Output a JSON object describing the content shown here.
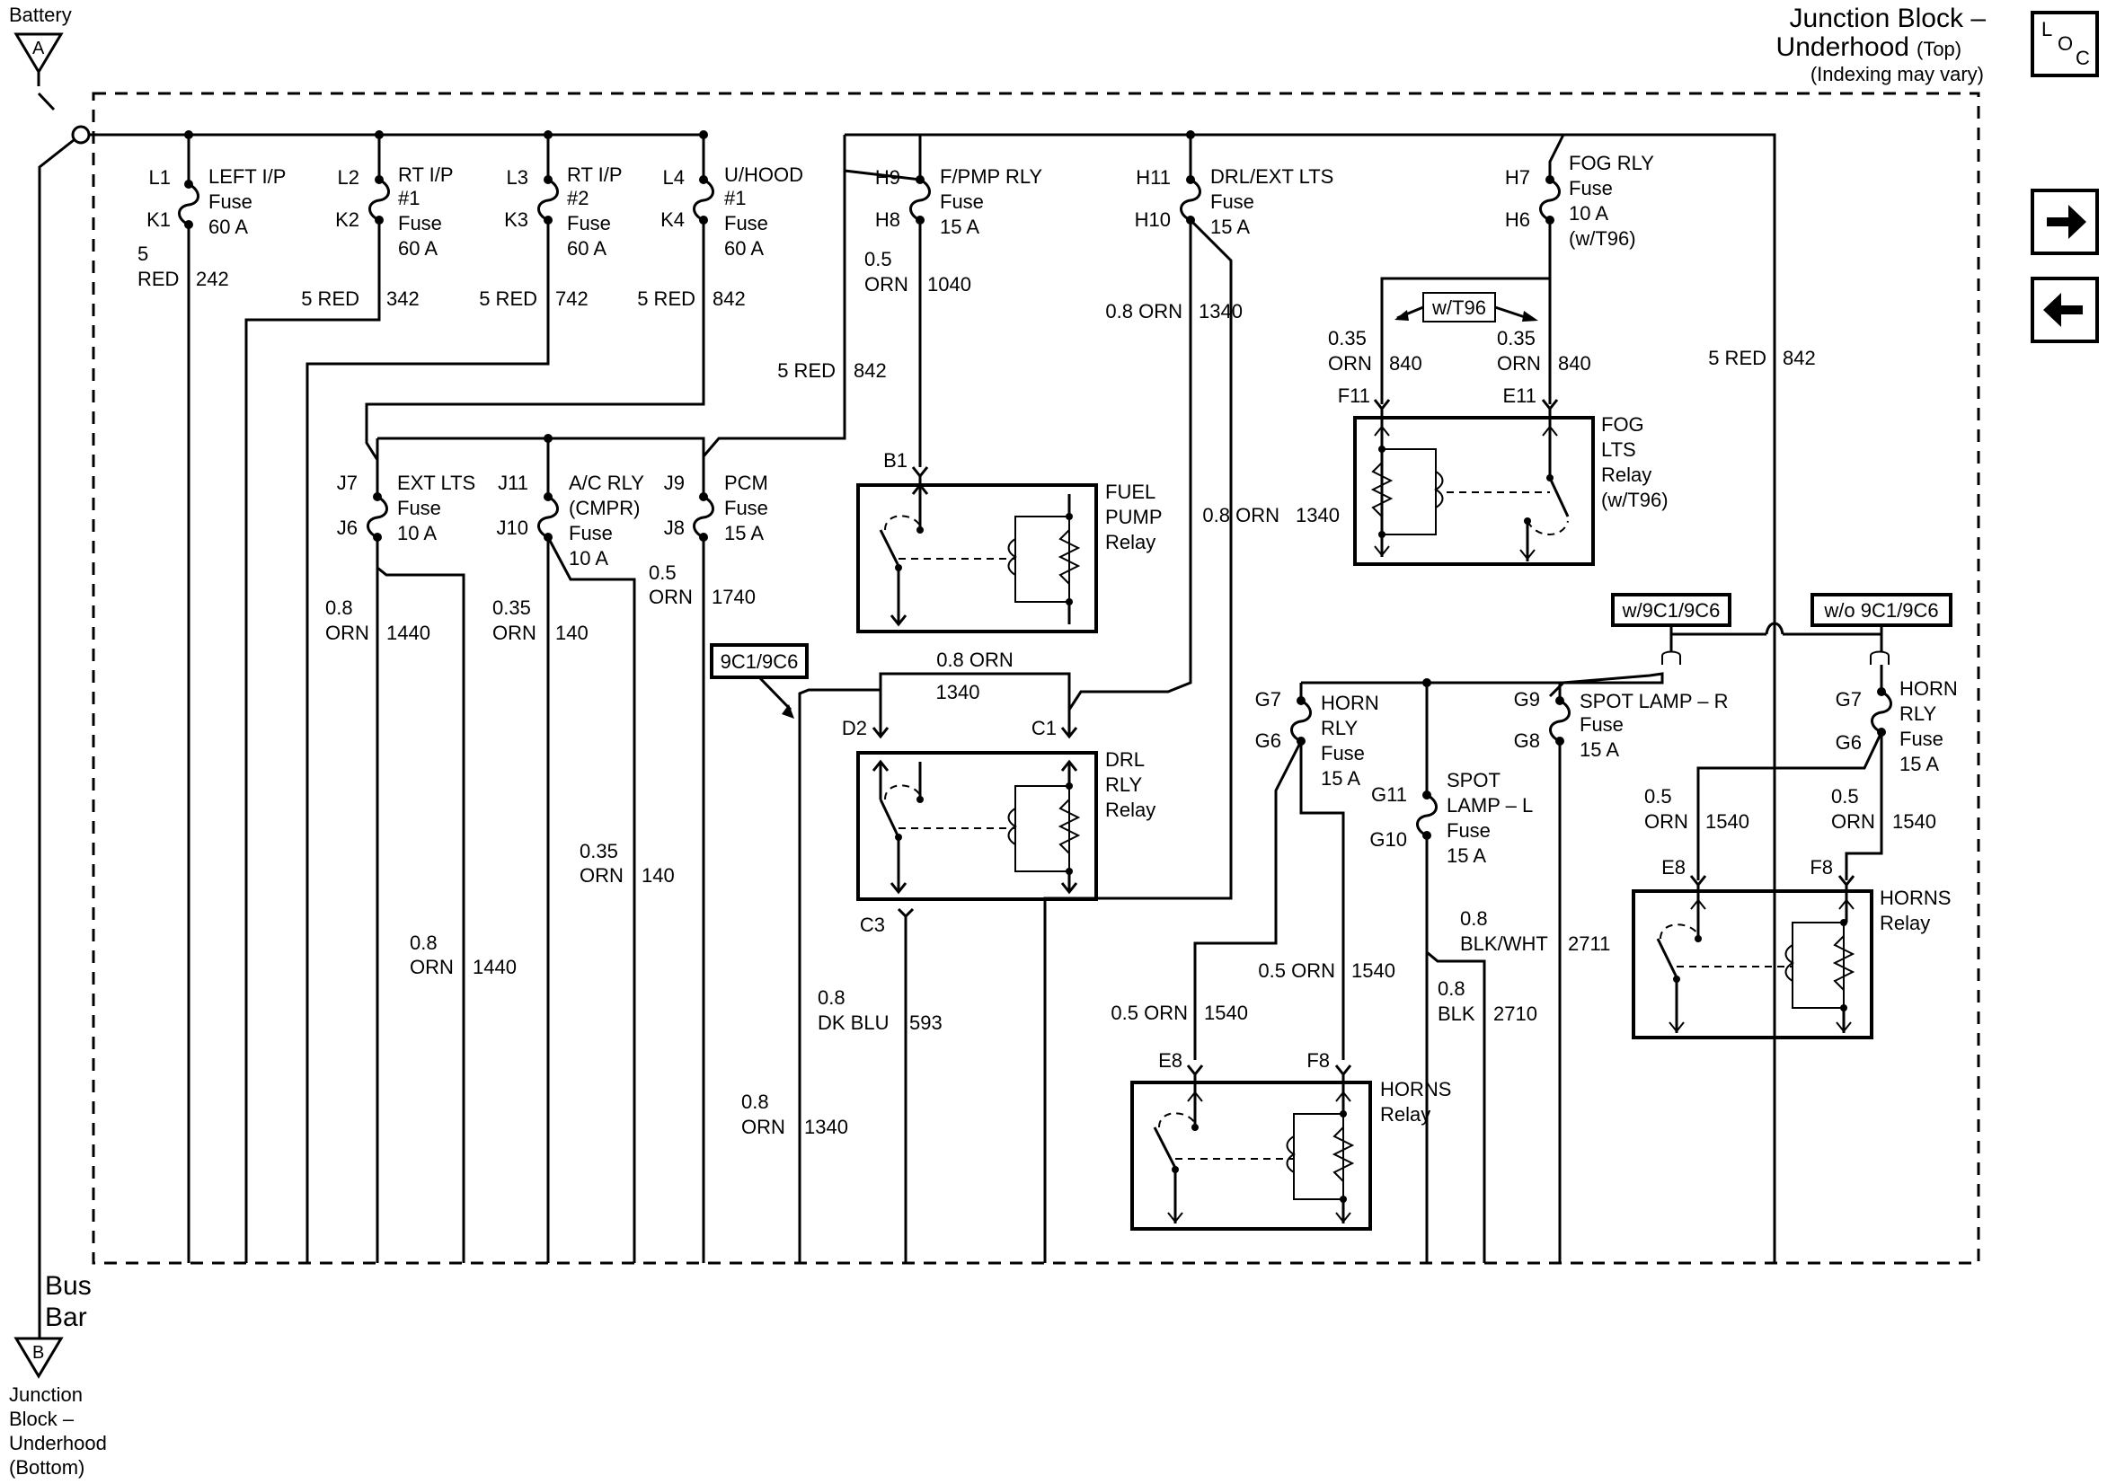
{
  "header": {
    "title_line1": "Junction Block –",
    "title_line2": "Underhood",
    "title_top": "(Top)",
    "indexing_note": "(Indexing may vary)"
  },
  "nav": {
    "loc_icon": "loc-icon",
    "next_icon": "arrow-right-icon",
    "prev_icon": "arrow-left-icon"
  },
  "battery": {
    "label": "Battery",
    "connector": "A"
  },
  "bus_bar": {
    "line1": "Bus",
    "line2": "Bar"
  },
  "bottom_ref": {
    "connector": "B",
    "line1": "Junction",
    "line2": "Block –",
    "line3": "Underhood",
    "line4": "(Bottom)"
  },
  "fuses": [
    {
      "top": "L1",
      "bottom": "K1",
      "name1": "LEFT I/P",
      "name2": "Fuse",
      "name3": "60 A",
      "name4": ""
    },
    {
      "top": "L2",
      "bottom": "K2",
      "name1": "RT I/P",
      "name2": "#1",
      "name3": "Fuse",
      "name4": "60 A"
    },
    {
      "top": "L3",
      "bottom": "K3",
      "name1": "RT I/P",
      "name2": "#2",
      "name3": "Fuse",
      "name4": "60 A"
    },
    {
      "top": "L4",
      "bottom": "K4",
      "name1": "U/HOOD",
      "name2": "#1",
      "name3": "Fuse",
      "name4": "60 A"
    },
    {
      "top": "H9",
      "bottom": "H8",
      "name1": "F/PMP RLY",
      "name2": "Fuse",
      "name3": "15 A",
      "name4": ""
    },
    {
      "top": "H11",
      "bottom": "H10",
      "name1": "DRL/EXT LTS",
      "name2": "Fuse",
      "name3": "15 A",
      "name4": ""
    },
    {
      "top": "H7",
      "bottom": "H6",
      "name1": "FOG RLY",
      "name2": "Fuse",
      "name3": "10 A",
      "name4": "(w/T96)"
    },
    {
      "top": "J7",
      "bottom": "J6",
      "name1": "EXT LTS",
      "name2": "Fuse",
      "name3": "10 A",
      "name4": ""
    },
    {
      "top": "J11",
      "bottom": "J10",
      "name1": "A/C RLY",
      "name2": "(CMPR)",
      "name3": "Fuse",
      "name4": "10 A"
    },
    {
      "top": "J9",
      "bottom": "J8",
      "name1": "PCM",
      "name2": "Fuse",
      "name3": "15 A",
      "name4": ""
    },
    {
      "top": "G7",
      "bottom": "G6",
      "name1": "HORN",
      "name2": "RLY",
      "name3": "Fuse",
      "name4": "15 A"
    },
    {
      "top": "G9",
      "bottom": "G8",
      "name1": "SPOT LAMP – R",
      "name2": "Fuse",
      "name3": "15 A",
      "name4": ""
    },
    {
      "top": "G11",
      "bottom": "G10",
      "name1": "SPOT",
      "name2": "LAMP – L",
      "name3": "Fuse",
      "name4": "15 A"
    },
    {
      "top": "G7",
      "bottom": "G6",
      "name1": "HORN",
      "name2": "RLY",
      "name3": "Fuse",
      "name4": "15 A"
    }
  ],
  "wires": [
    {
      "size": "5",
      "color": "RED",
      "circuit": "242"
    },
    {
      "size": "5 RED",
      "color": "",
      "circuit": "342"
    },
    {
      "size": "5 RED",
      "color": "",
      "circuit": "742"
    },
    {
      "size": "5 RED",
      "color": "",
      "circuit": "842"
    },
    {
      "size": "0.5",
      "color": "ORN",
      "circuit": "1040"
    },
    {
      "size": "0.8 ORN",
      "color": "",
      "circuit": "1340"
    },
    {
      "size": "5 RED",
      "color": "",
      "circuit": "842"
    },
    {
      "size": "0.35",
      "color": "ORN",
      "circuit": "840"
    },
    {
      "size": "0.35",
      "color": "ORN",
      "circuit": "840"
    },
    {
      "size": "5 RED",
      "color": "",
      "circuit": "842"
    },
    {
      "size": "0.8 ORN",
      "color": "",
      "circuit": "1340"
    },
    {
      "size": "0.8",
      "color": "ORN",
      "circuit": "1440"
    },
    {
      "size": "0.35",
      "color": "ORN",
      "circuit": "140"
    },
    {
      "size": "0.5",
      "color": "ORN",
      "circuit": "1740"
    },
    {
      "size": "0.8 ORN",
      "color": "",
      "circuit": "1340"
    },
    {
      "size": "0.35",
      "color": "ORN",
      "circuit": "140"
    },
    {
      "size": "0.8",
      "color": "ORN",
      "circuit": "1440"
    },
    {
      "size": "0.8",
      "color": "DK BLU",
      "circuit": "593"
    },
    {
      "size": "0.8",
      "color": "ORN",
      "circuit": "1340"
    },
    {
      "size": "0.5 ORN",
      "color": "",
      "circuit": "1540"
    },
    {
      "size": "0.5 ORN",
      "color": "",
      "circuit": "1540"
    },
    {
      "size": "0.8",
      "color": "BLK/WHT",
      "circuit": "2711"
    },
    {
      "size": "0.8",
      "color": "BLK",
      "circuit": "2710"
    },
    {
      "size": "0.5",
      "color": "ORN",
      "circuit": "1540"
    },
    {
      "size": "0.5",
      "color": "ORN",
      "circuit": "1540"
    }
  ],
  "relays": [
    {
      "name1": "FUEL",
      "name2": "PUMP",
      "name3": "Relay",
      "conn_a": "B1",
      "conn_b": ""
    },
    {
      "name1": "DRL",
      "name2": "RLY",
      "name3": "Relay",
      "conn_a": "D2",
      "conn_b": "C1",
      "conn_c": "C3"
    },
    {
      "name1": "FOG",
      "name2": "LTS",
      "name3": "Relay",
      "name4": "(w/T96)",
      "conn_a": "F11",
      "conn_b": "E11"
    },
    {
      "name1": "HORNS",
      "name2": "Relay",
      "name3": "",
      "conn_a": "E8",
      "conn_b": "F8"
    },
    {
      "name1": "HORNS",
      "name2": "Relay",
      "name3": "",
      "conn_a": "E8",
      "conn_b": "F8"
    }
  ],
  "options": {
    "w_t96": "w/T96",
    "nine_c1": "9C1/9C6",
    "w_9c1": "w/9C1/9C6",
    "wo_9c1": "w/o 9C1/9C6"
  }
}
